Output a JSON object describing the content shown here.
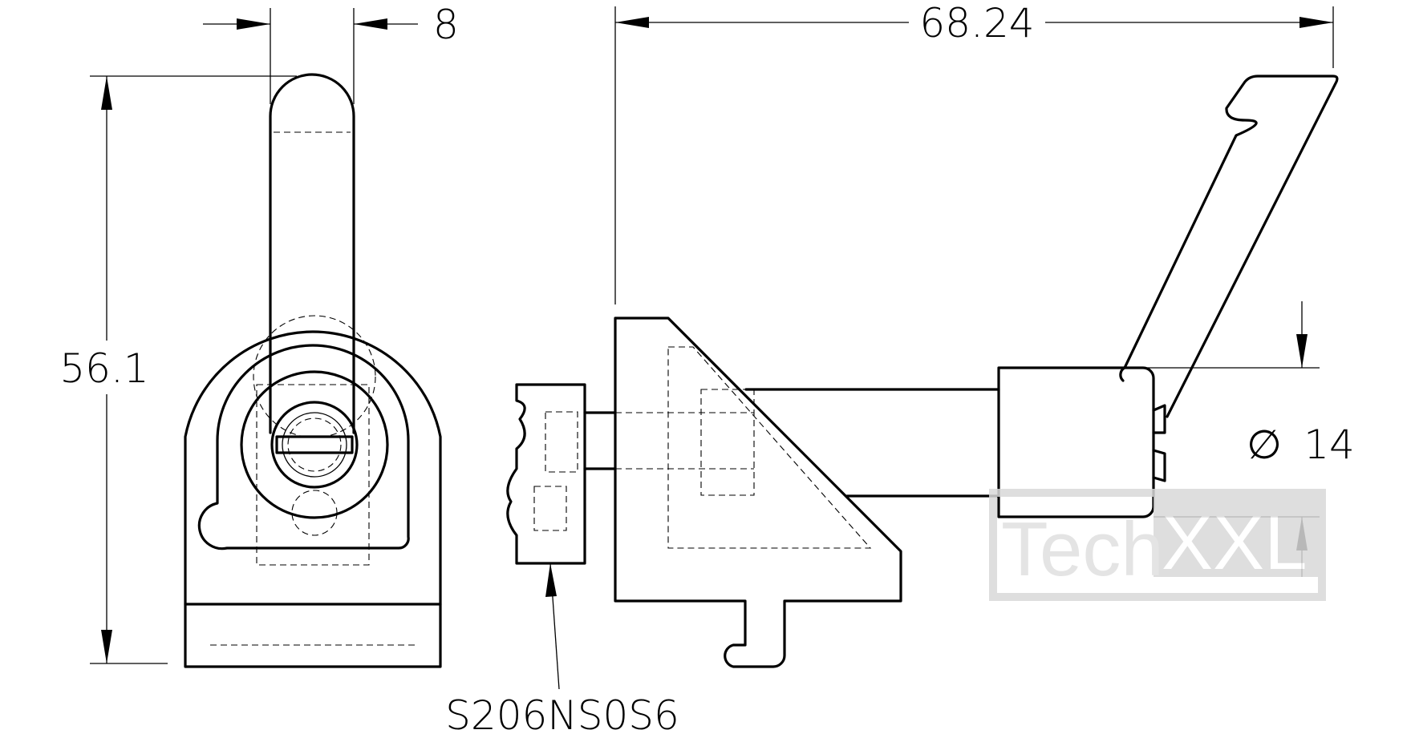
{
  "dimensions": {
    "width": "8",
    "length": "68.24",
    "height": "56.1",
    "diameter": "14"
  },
  "diameter_symbol": "∅",
  "part_number": "S206NS0S6",
  "watermark": {
    "text_light": "Tech",
    "text_box": "XXL",
    "light_color": "#e0e0e0",
    "box_color": "#d9d9d9"
  }
}
